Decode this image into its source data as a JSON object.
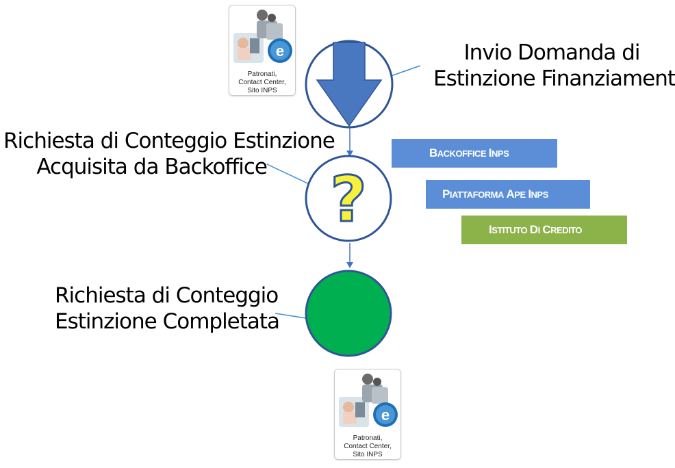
{
  "labels": {
    "invio": [
      "Invio Domanda di",
      "Estinzione Finanziamento"
    ],
    "richiesta": [
      "Richiesta di Conteggio Estinzione",
      "Acquisita da Backoffice"
    ],
    "completata": [
      "Richiesta di Conteggio",
      "Estinzione Completata"
    ]
  },
  "card": {
    "caption": [
      "Patronati,",
      "Contact Center,",
      "Sito INPS"
    ],
    "badge_letter": "e"
  },
  "question_mark": "?",
  "lanes": [
    {
      "label": "Backoffice Inps",
      "color": "#5b8ed6"
    },
    {
      "label": "Piattaforma APE Inps",
      "color": "#5b8ed6"
    },
    {
      "label": "Istituto di Credito",
      "color": "#8cb24a"
    }
  ],
  "colors": {
    "circle_stroke": "#2f5597",
    "arrow_fill": "#4a78c0",
    "completed_fill": "#00b050",
    "question_fill": "#f7f13c"
  }
}
